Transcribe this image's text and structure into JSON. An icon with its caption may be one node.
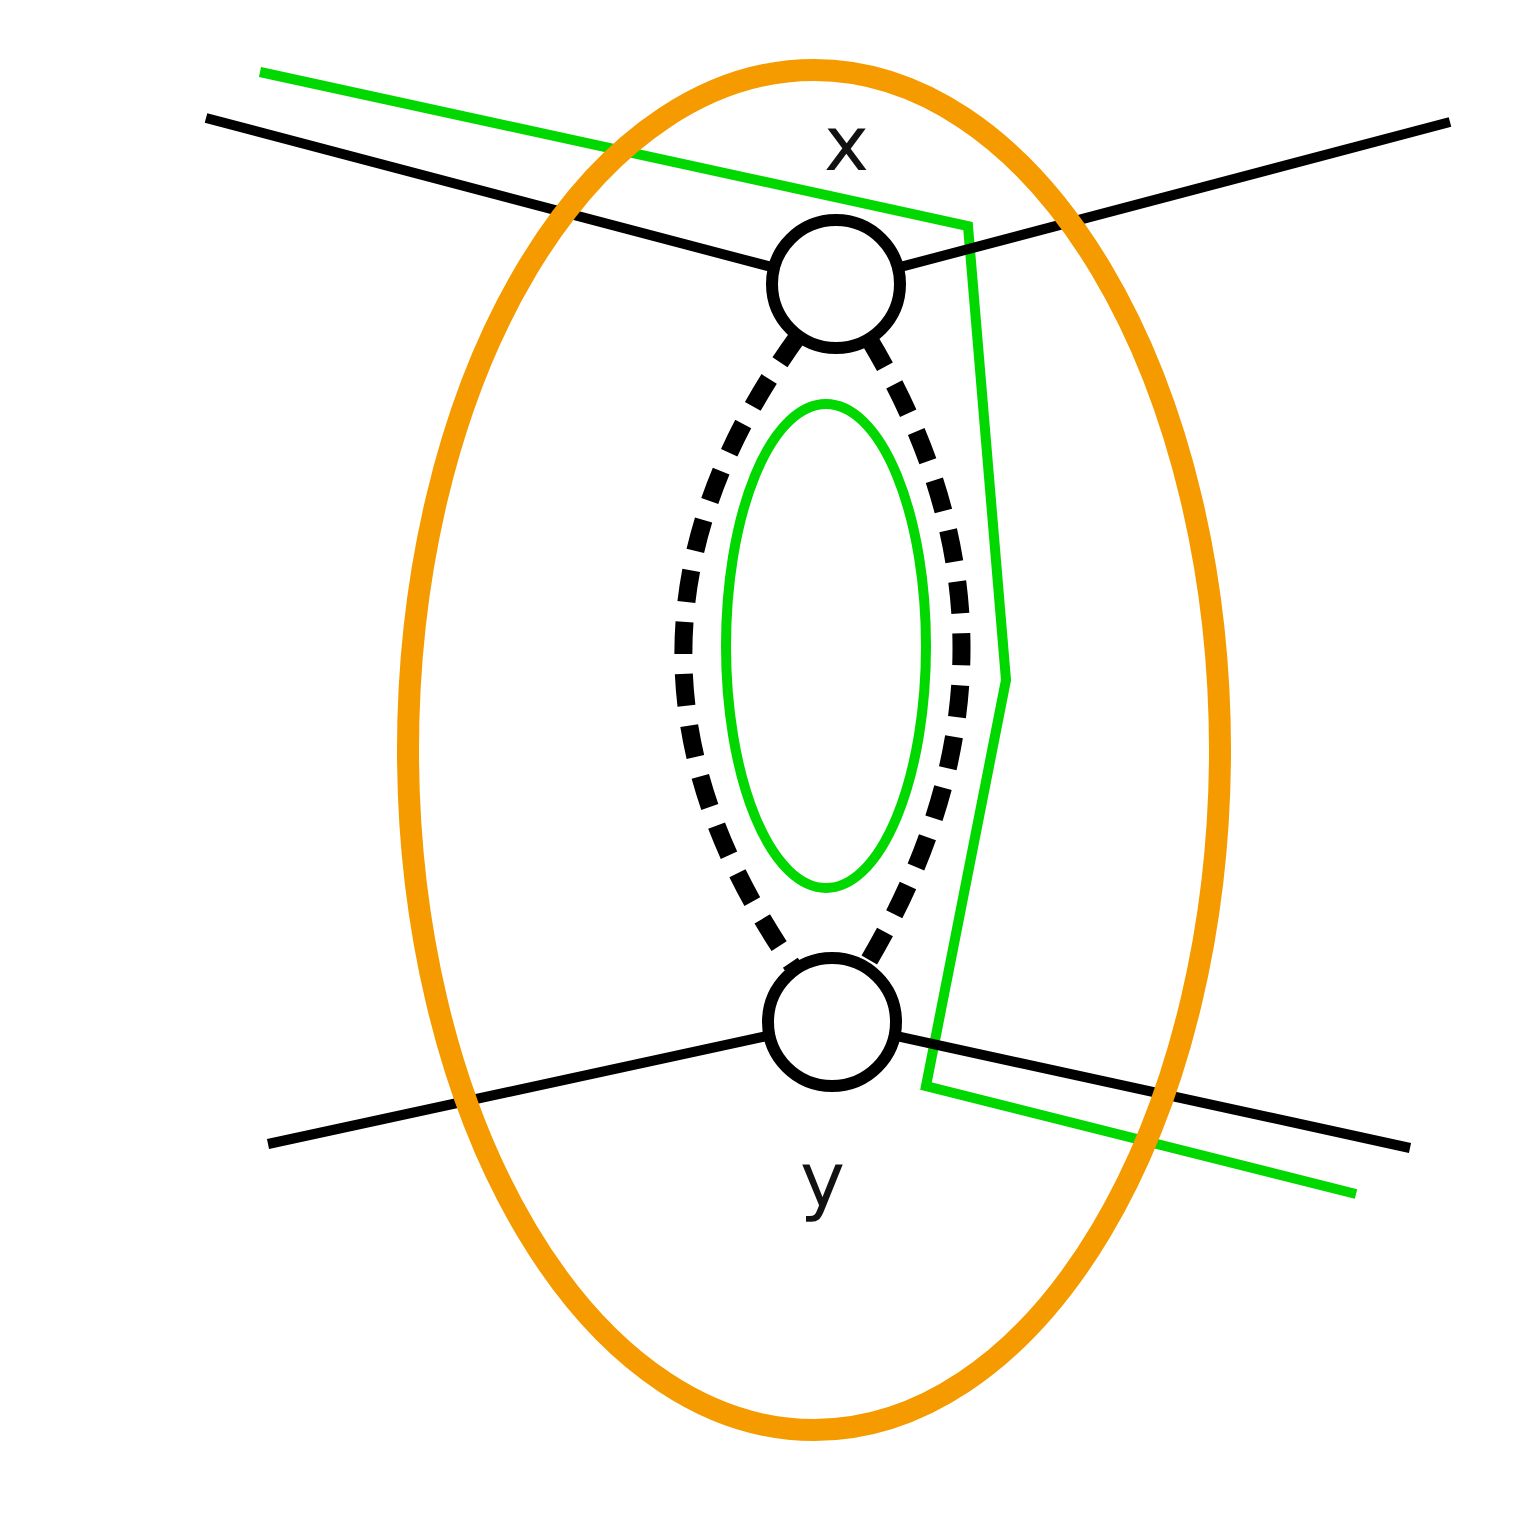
{
  "diagram": {
    "nodes": [
      {
        "text": [],
        "shape": "ellipse"
      },
      {
        "text": [],
        "shape": "circle",
        "beside": [
          "x"
        ],
        "in": 0
      },
      {
        "text": [],
        "shape": "ellipse",
        "in": 0
      },
      {
        "text": [],
        "shape": "circle",
        "beside": [
          "y"
        ],
        "in": 0
      }
    ],
    "edges": [
      {
        "from": null,
        "to": 1,
        "arrow": "none"
      },
      {
        "from": 1,
        "to": null,
        "arrow": "none"
      },
      {
        "from": null,
        "to": 3,
        "arrow": "none"
      },
      {
        "from": 3,
        "to": null,
        "arrow": "none"
      },
      {
        "from": 1,
        "to": 3,
        "arrow": "none",
        "style": "dashed"
      },
      {
        "from": 1,
        "to": 3,
        "arrow": "none",
        "style": "dashed"
      }
    ]
  }
}
